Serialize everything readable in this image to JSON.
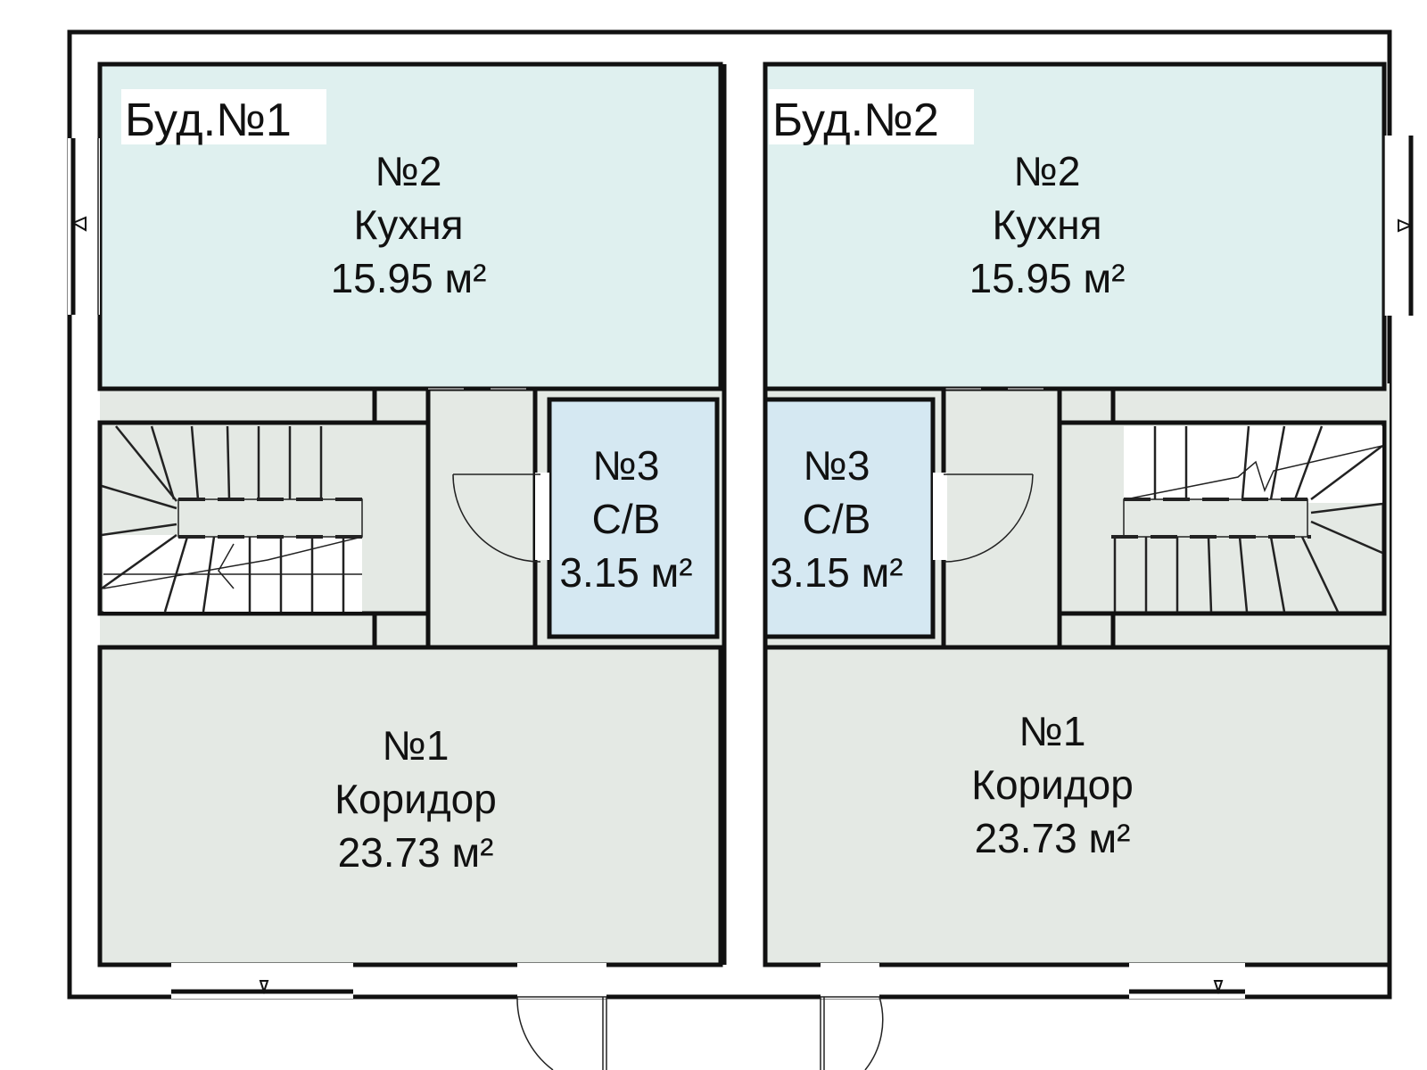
{
  "plan": {
    "buildings": [
      {
        "label": "Буд.№1",
        "rooms": [
          {
            "number": "№2",
            "name": "Кухня",
            "area": "15.95 м²"
          },
          {
            "number": "№3",
            "name": "С/В",
            "area": "3.15 м²"
          },
          {
            "number": "№1",
            "name": "Коридор",
            "area": "23.73 м²"
          }
        ]
      },
      {
        "label": "Буд.№2",
        "rooms": [
          {
            "number": "№2",
            "name": "Кухня",
            "area": "15.95 м²"
          },
          {
            "number": "№3",
            "name": "С/В",
            "area": "3.15 м²"
          },
          {
            "number": "№1",
            "name": "Коридор",
            "area": "23.73 м²"
          }
        ]
      }
    ],
    "colors": {
      "kitchen": "#dff0ef",
      "corridor": "#e4e9e4",
      "bathroom": "#d5e8f2",
      "walls": "#111111"
    }
  }
}
